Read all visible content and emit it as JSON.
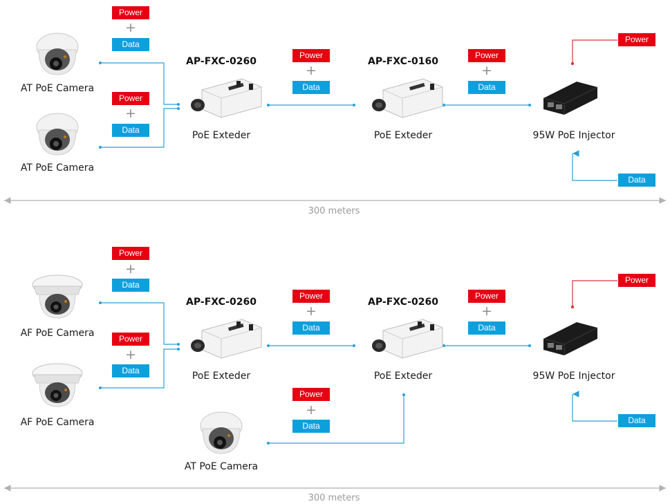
{
  "tags": {
    "power": "Power",
    "data": "Data",
    "plus": "+"
  },
  "colors": {
    "power": "#e60012",
    "data": "#0ea0dc",
    "line": "#2b9fd8",
    "power_line": "#d9343a",
    "distance_line": "#b0b0b0"
  },
  "diagram1": {
    "camera_top_label": "AT PoE Camera",
    "camera_bottom_label": "AT PoE Camera",
    "extender1_model": "AP-FXC-0260",
    "extender1_label": "PoE Exteder",
    "extender2_model": "AP-FXC-0160",
    "extender2_label": "PoE Exteder",
    "injector_label": "95W PoE Injector",
    "injector_power": "Power",
    "injector_data": "Data",
    "distance": "300 meters"
  },
  "diagram2": {
    "camera_top_label": "AF PoE Camera",
    "camera_bottom_label": "AF PoE Camera",
    "camera_extra_label": "AT PoE Camera",
    "extender1_model": "AP-FXC-0260",
    "extender1_label": "PoE Exteder",
    "extender2_model": "AP-FXC-0260",
    "extender2_label": "PoE Exteder",
    "injector_label": "95W PoE Injector",
    "injector_power": "Power",
    "injector_data": "Data",
    "distance": "300 meters"
  }
}
